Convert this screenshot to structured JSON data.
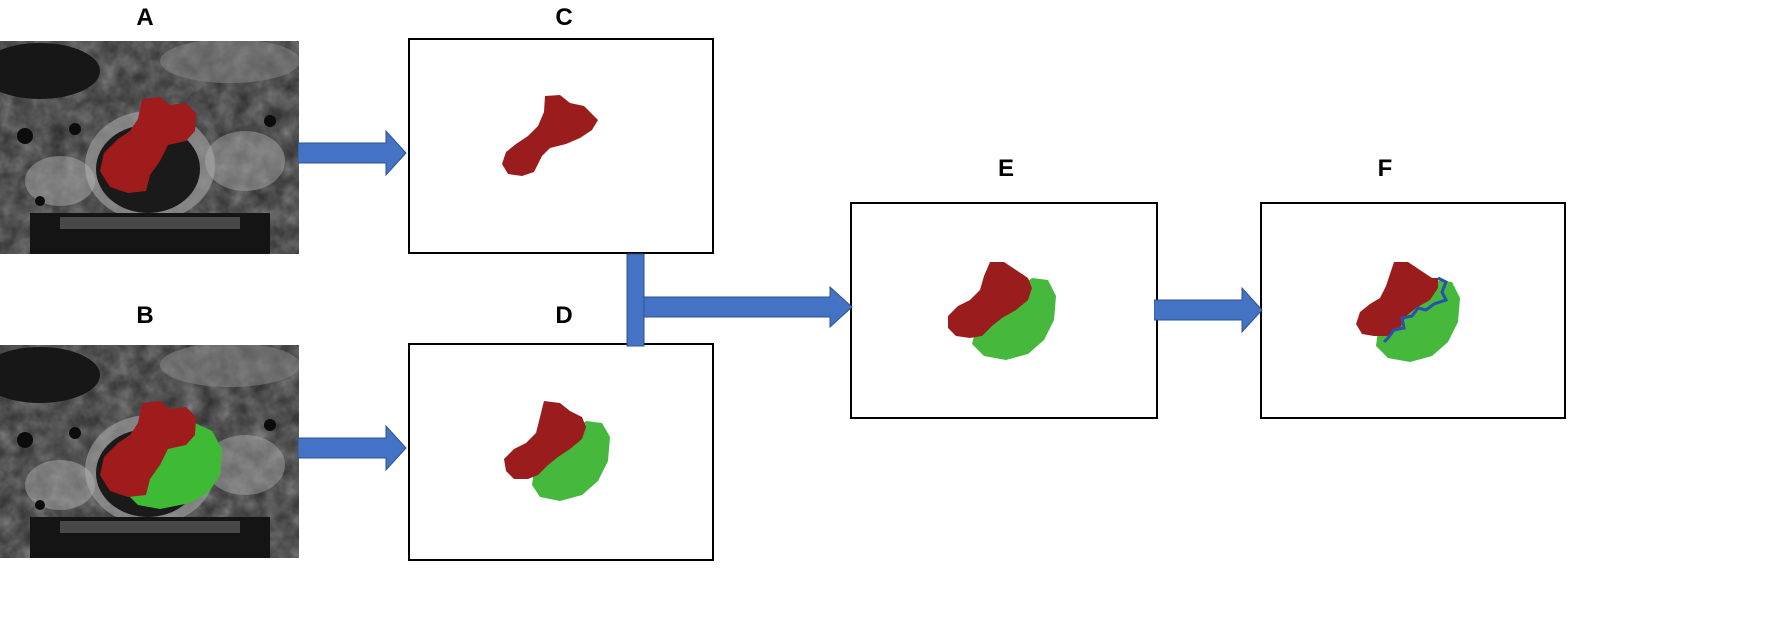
{
  "labels": {
    "a": "A",
    "b": "B",
    "c": "C",
    "d": "D",
    "e": "E",
    "f": "F"
  },
  "colors": {
    "tumor_red": "#9b1c1c",
    "region_green": "#46b83c",
    "boundary_blue": "#2b4fb0",
    "arrow_blue": "#4472c4",
    "frame": "#000000"
  },
  "icons": {
    "arrow": "right-block-arrow",
    "merge": "t-junction-arrow"
  }
}
